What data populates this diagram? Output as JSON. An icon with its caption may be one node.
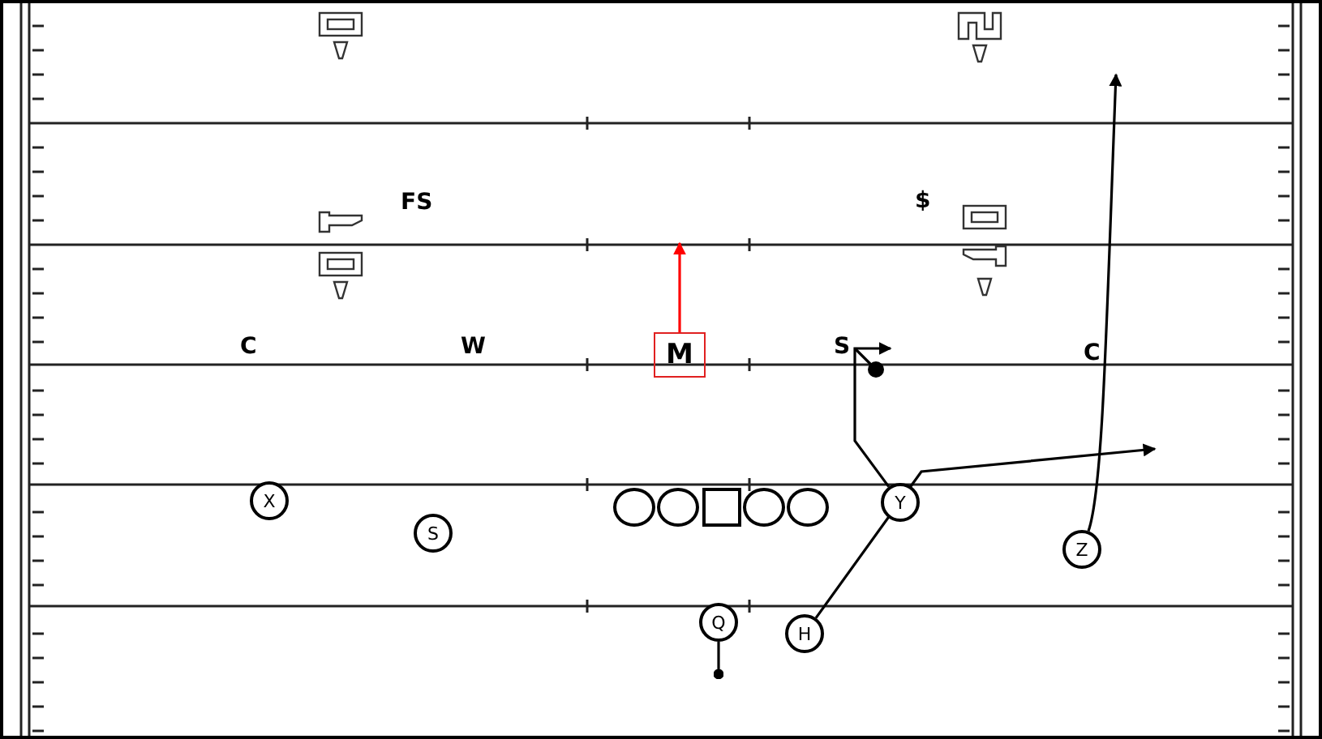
{
  "diagram": {
    "nodes": [
      {
        "text": [
          "M"
        ]
      },
      {
        "text": [
          "X"
        ]
      },
      {
        "text": [
          "S"
        ]
      },
      {
        "text": [],
        "shape": "circle"
      },
      {
        "text": [],
        "shape": "circle"
      },
      {
        "text": [],
        "shape": "box"
      },
      {
        "text": [],
        "shape": "circle"
      },
      {
        "text": [],
        "shape": "circle"
      },
      {
        "text": [
          "Y"
        ]
      },
      {
        "text": [
          "Z"
        ]
      },
      {
        "text": [
          "Q"
        ]
      },
      {
        "text": [
          "H"
        ]
      }
    ],
    "edges": [
      {
        "from": 0,
        "to": null,
        "arrow": "to",
        "color": "#ff0000"
      },
      {
        "from": 8,
        "to": null,
        "arrow": "to"
      },
      {
        "from": 11,
        "to": null,
        "arrow": "to"
      },
      {
        "from": 9,
        "to": null,
        "arrow": "to"
      },
      {
        "from": 10,
        "to": null,
        "arrow": "other"
      }
    ],
    "labels": [
      "FS",
      "$",
      "C",
      "W",
      "S",
      "C"
    ]
  }
}
